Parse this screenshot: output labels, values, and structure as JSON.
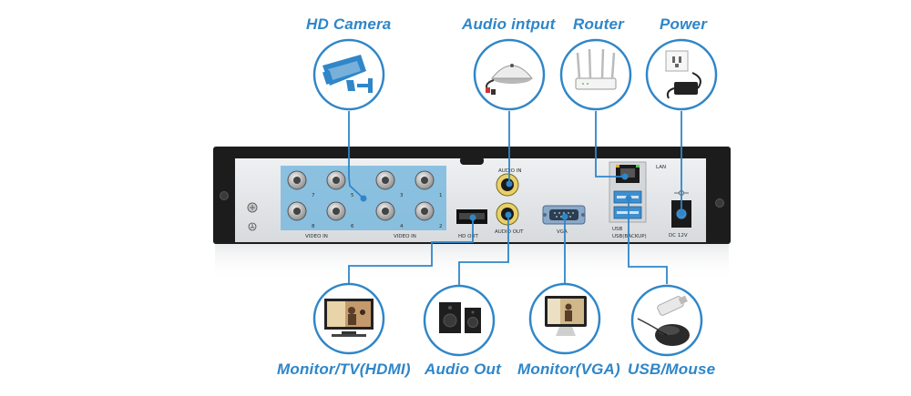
{
  "diagram": {
    "top_labels": {
      "hd_camera": "HD Camera",
      "audio_input": "Audio intput",
      "router": "Router",
      "power": "Power"
    },
    "bottom_labels": {
      "monitor_hdmi": "Monitor/TV(HDMI)",
      "audio_out": "Audio Out",
      "monitor_vga": "Monitor(VGA)",
      "usb_mouse": "USB/Mouse"
    },
    "panel_text": {
      "video_in_left": "VIDEO IN",
      "video_in_right": "VIDEO IN",
      "hd_out": "HD OUT",
      "audio_in": "AUDIO IN",
      "audio_out": "AUDIO OUT",
      "vga": "VGA",
      "lan": "LAN",
      "usb_top": "USB",
      "usb_backup": "USB(BACKUP)",
      "dc_12v": "DC 12V",
      "ch_7": "7",
      "ch_5": "5",
      "ch_8": "8",
      "ch_6": "6",
      "ch_3": "3",
      "ch_1": "1",
      "ch_4": "4",
      "ch_2": "2"
    },
    "colors": {
      "accent": "#2f86c8",
      "highlight": "#7ab8dd",
      "panel": "#e4e6e8",
      "chassis": "#1c1c1c"
    }
  }
}
